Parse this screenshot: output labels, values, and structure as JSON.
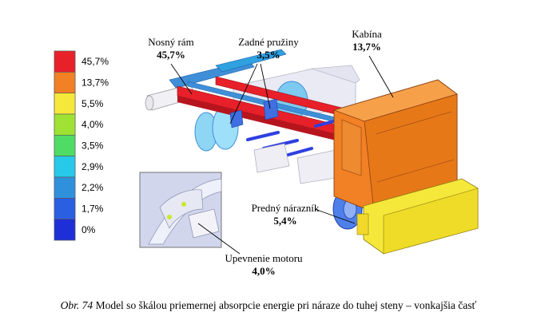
{
  "legend": {
    "items": [
      {
        "label": "45,7%",
        "color": "#e8202a"
      },
      {
        "label": "13,7%",
        "color": "#f28024"
      },
      {
        "label": "5,5%",
        "color": "#f6e83a"
      },
      {
        "label": "4,0%",
        "color": "#9fe234"
      },
      {
        "label": "3,5%",
        "color": "#4fdc64"
      },
      {
        "label": "2,9%",
        "color": "#27c9e8"
      },
      {
        "label": "2,2%",
        "color": "#2f91dc"
      },
      {
        "label": "1,7%",
        "color": "#2a5fe2"
      },
      {
        "label": "0%",
        "color": "#1f2fd8"
      }
    ]
  },
  "callouts": {
    "frame": {
      "name": "Nosný rám",
      "value": "45,7%"
    },
    "springs": {
      "name": "Zadné pružiny",
      "value": "3,5%"
    },
    "cabin": {
      "name": "Kabína",
      "value": "13,7%"
    },
    "bumper": {
      "name": "Predný nárazník",
      "value": "5,4%"
    },
    "engine_mount": {
      "name": "Upevnenie motoru",
      "value": "4,0%"
    }
  },
  "caption": {
    "ref": "Obr. 74",
    "text": " Model so škálou priemernej absorpcie energie pri náraze do tuhej steny – vonkajšia časť"
  }
}
